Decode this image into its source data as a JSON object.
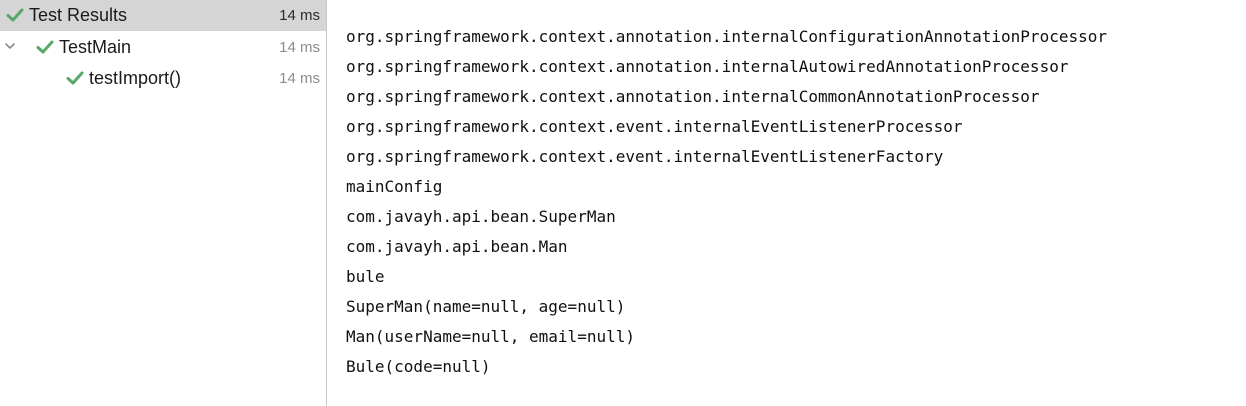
{
  "test_tree": {
    "root": {
      "label": "Test Results",
      "duration": "14 ms",
      "status": "passed"
    },
    "class_node": {
      "label": "TestMain",
      "duration": "14 ms",
      "status": "passed",
      "expanded": true
    },
    "method_node": {
      "label": "testImport()",
      "duration": "14 ms",
      "status": "passed"
    }
  },
  "console": {
    "lines": [
      "org.springframework.context.annotation.internalConfigurationAnnotationProcessor",
      "org.springframework.context.annotation.internalAutowiredAnnotationProcessor",
      "org.springframework.context.annotation.internalCommonAnnotationProcessor",
      "org.springframework.context.event.internalEventListenerProcessor",
      "org.springframework.context.event.internalEventListenerFactory",
      "mainConfig",
      "com.javayh.api.bean.SuperMan",
      "com.javayh.api.bean.Man",
      "bule",
      "SuperMan(name=null, age=null)",
      "Man(userName=null, email=null)",
      "Bule(code=null)"
    ]
  },
  "icons": {
    "pass": "check-icon",
    "expand": "chevron-down-icon"
  },
  "colors": {
    "pass_green": "#59a869",
    "selection": "#d5d5d5",
    "duration_gray": "#8c8c8c"
  }
}
